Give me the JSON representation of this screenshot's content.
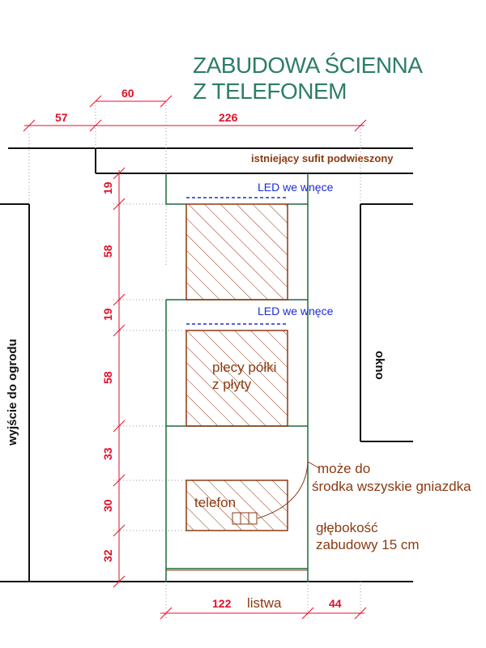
{
  "title": {
    "line1": "ZABUDOWA ŚCIENNA",
    "line2": "Z TELEFONEM"
  },
  "dimensions": {
    "top_60": "60",
    "top_57": "57",
    "top_226": "226",
    "v_19a": "19",
    "v_58a": "58",
    "v_19b": "19",
    "v_58b": "58",
    "v_33": "33",
    "v_30": "30",
    "v_32": "32",
    "bottom_122": "122",
    "bottom_44": "44"
  },
  "labels": {
    "ceiling": "istniejący sufit podwieszony",
    "led1": "LED we wnęce",
    "led2": "LED we wnęce",
    "shelf_back_line1": "plecy półki",
    "shelf_back_line2": "z płyty",
    "phone": "telefon",
    "sockets_line1": "może do",
    "sockets_line2": "środka wszyskie gniazdka",
    "depth_line1": "głębokość",
    "depth_line2": "zabudowy 15 cm",
    "strip": "listwa",
    "garden_exit": "wyjście do ogrodu",
    "window": "okno"
  },
  "colors": {
    "title": "#2e7d6a",
    "dimension": "#e0102a",
    "annotation": "#8b3a12",
    "led": "#1c2bd8",
    "unit_outline": "#1f6b3a",
    "wall": "#111111"
  }
}
